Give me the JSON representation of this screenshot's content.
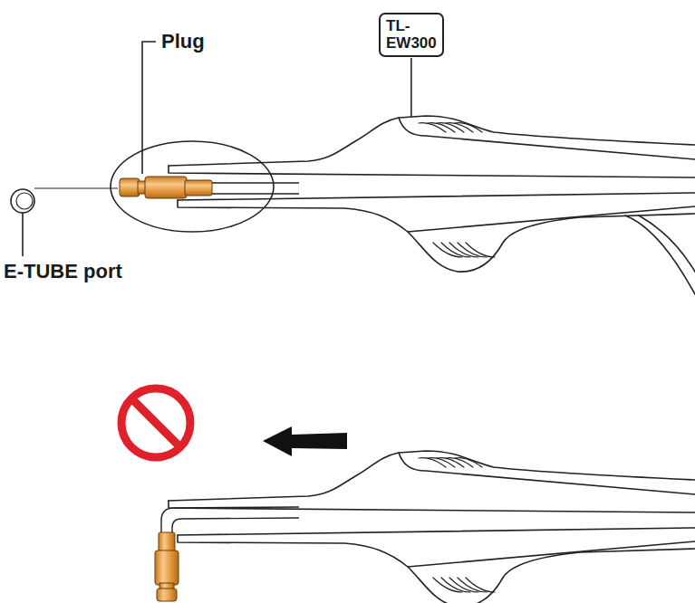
{
  "diagram": {
    "nodes": [
      {
        "text": [
          "TL- EW300"
        ]
      }
    ],
    "labels": [
      "Plug",
      "E-TUBE port"
    ]
  }
}
